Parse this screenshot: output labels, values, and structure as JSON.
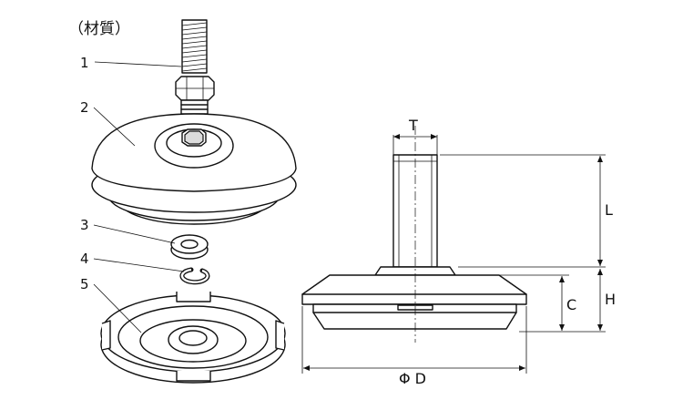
{
  "title": "（材質）",
  "parts": [
    {
      "number": "1"
    },
    {
      "number": "2"
    },
    {
      "number": "3"
    },
    {
      "number": "4"
    },
    {
      "number": "5"
    }
  ],
  "dimensions": {
    "thread_diameter": "T",
    "stud_length": "L",
    "base_height": "C",
    "total_height": "H",
    "base_diameter": "Φ D"
  }
}
